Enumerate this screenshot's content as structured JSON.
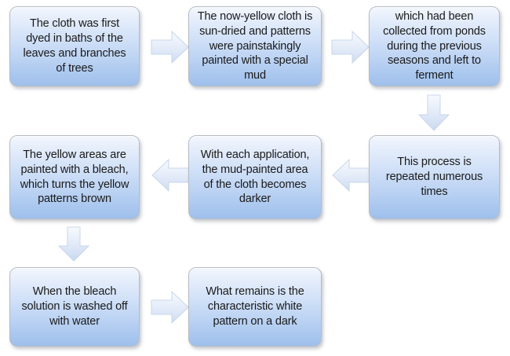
{
  "diagram": {
    "title": "Mud cloth dyeing process flowchart",
    "background_color": "#ffffff",
    "node_fill_top": "#f3f7fd",
    "node_fill_bottom": "#9fc0ec",
    "node_border_color": "#b6bcc4",
    "arrow_fill": "#dce6f7",
    "arrow_border_color": "#c9d6ea",
    "text_color": "#1a1a1a"
  },
  "nodes": [
    {
      "id": "n1",
      "label": "The cloth was first dyed in baths of the leaves and branches of trees"
    },
    {
      "id": "n2",
      "label": "The now-yellow cloth is sun-dried and patterns were painstakingly painted with a special mud"
    },
    {
      "id": "n3",
      "label": "which had been collected from ponds during the previous seasons and left to ferment"
    },
    {
      "id": "n4",
      "label": "This process is repeated numerous times"
    },
    {
      "id": "n5",
      "label": "With each application, the mud-painted area of the cloth becomes darker"
    },
    {
      "id": "n6",
      "label": "The yellow areas are painted with a bleach, which turns the yellow patterns brown"
    },
    {
      "id": "n7",
      "label": "When the bleach solution is washed off with water"
    },
    {
      "id": "n8",
      "label": "What remains is the characteristic white pattern on a dark"
    }
  ],
  "connectors": [
    {
      "id": "a1",
      "from": "n1",
      "to": "n2",
      "direction": "right"
    },
    {
      "id": "a2",
      "from": "n2",
      "to": "n3",
      "direction": "right"
    },
    {
      "id": "a3",
      "from": "n3",
      "to": "n4",
      "direction": "down"
    },
    {
      "id": "a4",
      "from": "n4",
      "to": "n5",
      "direction": "left"
    },
    {
      "id": "a5",
      "from": "n5",
      "to": "n6",
      "direction": "left"
    },
    {
      "id": "a6",
      "from": "n6",
      "to": "n7",
      "direction": "down"
    },
    {
      "id": "a7",
      "from": "n7",
      "to": "n8",
      "direction": "right"
    }
  ]
}
